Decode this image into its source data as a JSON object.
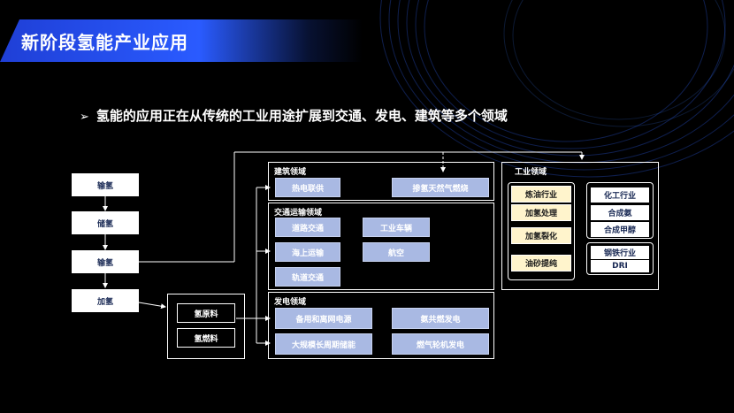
{
  "header": {
    "title": "新阶段氢能产业应用"
  },
  "subtitle": {
    "arrow": "➢",
    "text": "氢能的应用正在从传统的工业用途扩展到交通、发电、建筑等多个领域"
  },
  "chain": {
    "transport": "输氢",
    "storage": "储氢",
    "delivery": "输氢",
    "refuel": "加氢"
  },
  "feed": {
    "raw": "氢原料",
    "fuel": "氢燃料"
  },
  "building": {
    "label": "建筑领域",
    "items": [
      "热电联供",
      "掺氢天然气燃烧"
    ]
  },
  "traffic": {
    "label": "交通运输领域",
    "items": [
      "道路交通",
      "工业车辆",
      "海上运输",
      "航空",
      "轨道交通"
    ]
  },
  "power": {
    "label": "发电领域",
    "items": [
      "备用和离网电源",
      "氨共燃发电",
      "大规模长周期储能",
      "燃气轮机发电"
    ]
  },
  "industry": {
    "label": "工业领域",
    "refining": [
      "炼油行业",
      "加氢处理",
      "加氢裂化",
      "油砂提纯"
    ],
    "chemical": [
      "化工行业",
      "合成氨",
      "合成甲醇"
    ],
    "steel": [
      "钢铁行业",
      "DRI"
    ]
  }
}
